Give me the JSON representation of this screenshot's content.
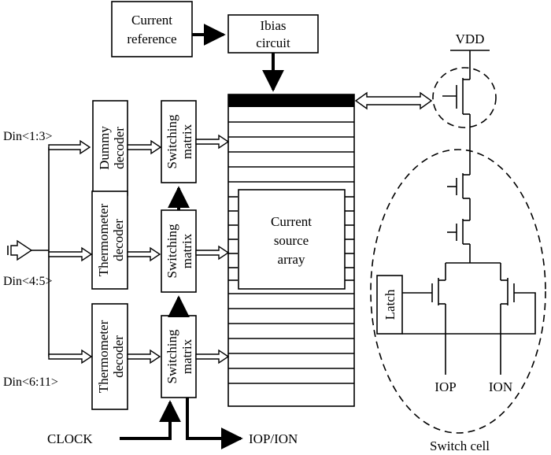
{
  "blocks": {
    "current_reference": [
      "Current",
      "reference"
    ],
    "ibias_circuit": [
      "Ibias",
      "circuit"
    ],
    "dummy_decoder": [
      "Dummy",
      "decoder"
    ],
    "thermometer_decoder_1": [
      "Thermometer",
      "decoder"
    ],
    "thermometer_decoder_2": [
      "Thermometer",
      "decoder"
    ],
    "switching_matrix_1": [
      "Switching",
      "matrix"
    ],
    "switching_matrix_2": [
      "Switching",
      "matrix"
    ],
    "switching_matrix_3": [
      "Switching",
      "matrix"
    ],
    "current_source_array": [
      "Current",
      "source",
      "array"
    ],
    "latch": "Latch"
  },
  "signals": {
    "din_1_3": "Din<1:3>",
    "din_4_5": "Din<4:5>",
    "din_6_11": "Din<6:11>",
    "clock": "CLOCK",
    "iop_ion": "IOP/ION",
    "vdd": "VDD",
    "iop": "IOP",
    "ion": "ION"
  },
  "captions": {
    "switch_cell": "Switch cell"
  }
}
